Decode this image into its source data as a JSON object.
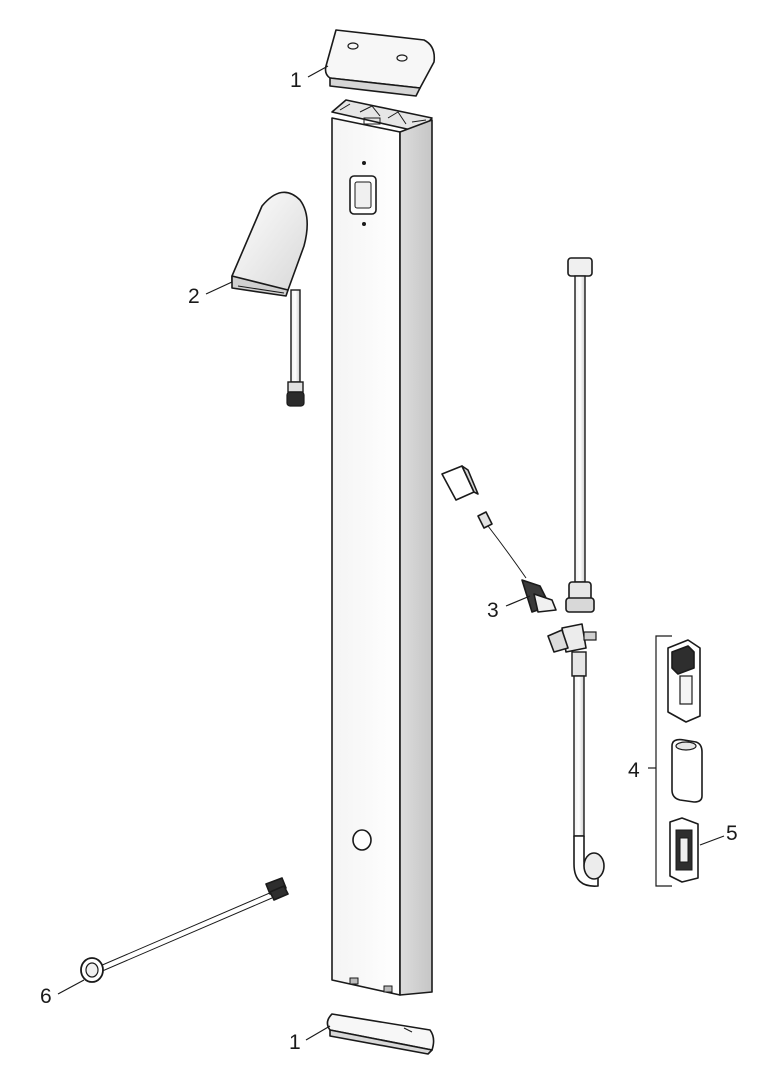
{
  "diagram": {
    "callouts": {
      "top_cover": "1",
      "bottom_cover": "1",
      "spout": "2",
      "sensor": "3",
      "bracket_group": "4",
      "battery_holder": "5",
      "cable": "6"
    }
  }
}
